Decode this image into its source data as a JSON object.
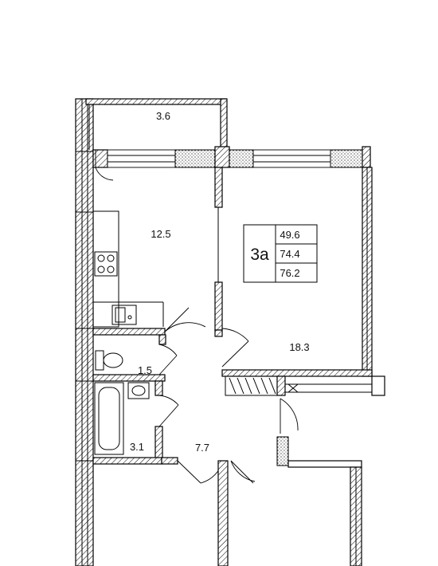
{
  "rooms": {
    "balcony": "3.6",
    "kitchen": "12.5",
    "living": "18.3",
    "wc": "1.5",
    "bath": "3.1",
    "hall": "7.7"
  },
  "unit": {
    "label": "3а",
    "areas": [
      "49.6",
      "74.4",
      "76.2"
    ]
  }
}
